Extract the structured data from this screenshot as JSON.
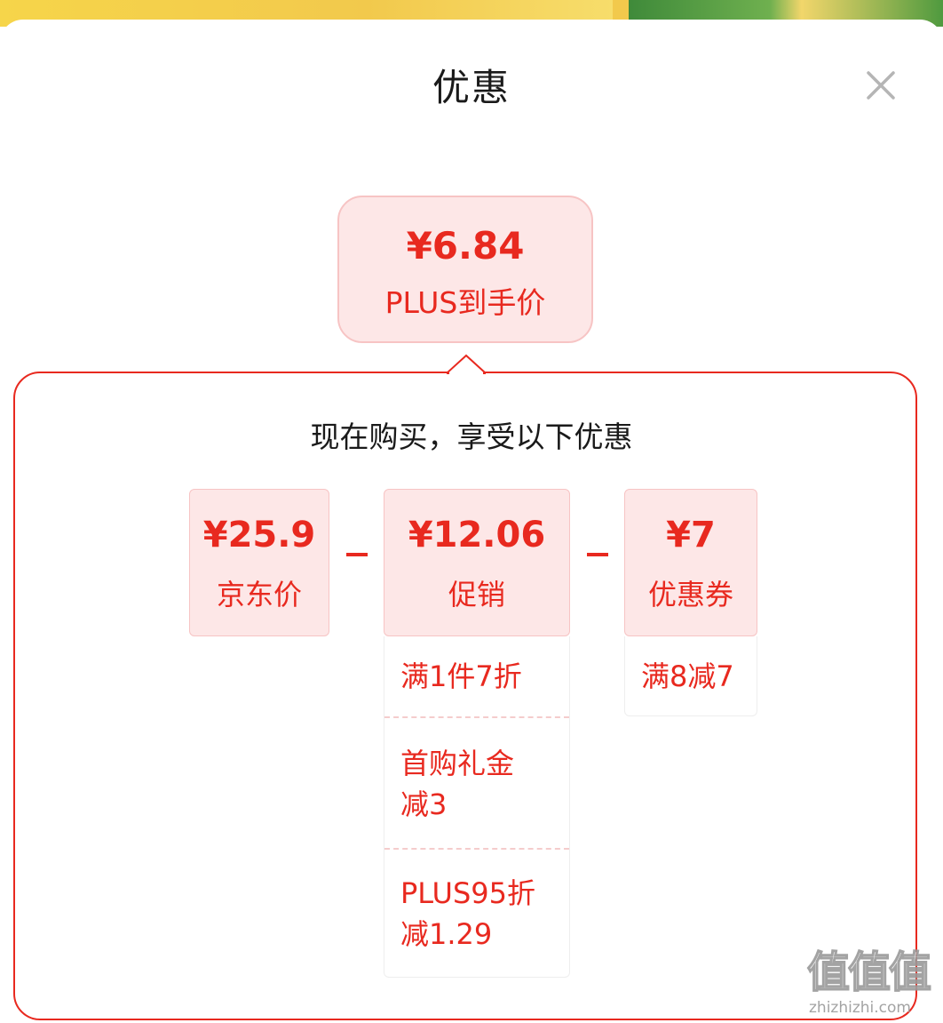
{
  "sheet": {
    "title": "优惠",
    "close_icon": "close-icon"
  },
  "summary": {
    "price": "¥6.84",
    "label": "PLUS到手价"
  },
  "panel": {
    "subtitle": "现在购买，享受以下优惠",
    "jd_price": {
      "amount": "¥25.9",
      "label": "京东价"
    },
    "promotion": {
      "amount": "¥12.06",
      "label": "促销",
      "items": [
        {
          "line1": "满1件7折",
          "line2": ""
        },
        {
          "line1": "首购礼金",
          "line2": "减3"
        },
        {
          "line1": "PLUS95折",
          "line2": "减1.29"
        }
      ]
    },
    "coupon": {
      "amount": "¥7",
      "label": "优惠券",
      "items": [
        {
          "line1": "满8减7"
        }
      ]
    }
  },
  "colors": {
    "accent": "#e8291f",
    "box_fill": "#fde7e7",
    "box_border": "#f7c4c4"
  },
  "watermark": {
    "glyphs": "值值值",
    "url": "zhizhizhi.com"
  }
}
